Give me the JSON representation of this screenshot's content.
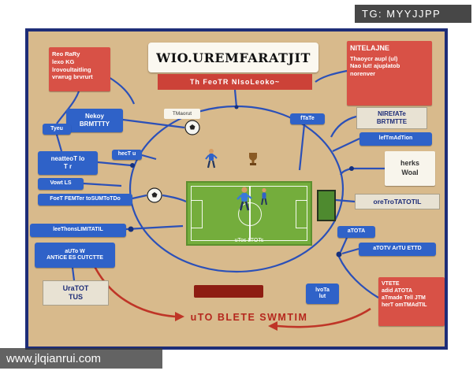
{
  "watermarks": {
    "tg": "TG: MYYJJPP",
    "site": "www.jlqianrui.com"
  },
  "title": {
    "main": "WIO.UREMFARATJIT",
    "sub": "Th FeoTR NIsoLeoko~"
  },
  "top_left_box": "Reo RaRy\nlexo KG\nlrovoultaitling\nvrwrug brvrurt",
  "top_right_box": {
    "heading": "NITELAJNE",
    "body": "Thaoycr aupl (ul)\nNao lut! ajuplatob\nnorenver"
  },
  "left": {
    "nekoy": "Nekoy\nBRMTTTY",
    "tyeu": "Tyeu",
    "neatteot": "neatteoT lo\nT r",
    "vowt": "Vowt LS",
    "foet": "FoeT FEMTer toSUMToTDo",
    "leethons": "leeThonsLIMITATIL",
    "auto": "aUTo W\nANTiCE ES CUTCTTE",
    "uratot": "UraTOT\nTUS"
  },
  "right": {
    "nirefate": "NIREfATe\nBRTMTTE",
    "leftmadtion": "lefTmAdTion",
    "herks": "herks\nWoal",
    "oretro": "oreTroTATOTIL",
    "atota": "aTOTA",
    "atotv": "aTOTV ArTU ETTD",
    "red_box": "VTETE\nadid ATOTA\naTmade Tell JTM\nherT omTMAdTIL"
  },
  "center": {
    "maorut": "TMaorut",
    "ftate": "fTaTe",
    "hectu": "hecT u",
    "lvota": "lvoTa\nlut",
    "pitch_caption": "uTos LTOTs",
    "bottom_text": "uTO BLETE SWMTIM"
  },
  "icons": {
    "soccer_ball_icon": "⚽",
    "trophy_icon": "🏆",
    "player_icon": "stick-figure"
  },
  "colors": {
    "background_tan": "#d8ba8c",
    "frame_navy": "#1e2d78",
    "label_blue": "#2f62c8",
    "box_red": "#d85146",
    "banner_red": "#cc4238",
    "pitch_green": "#74ad3c",
    "bar_dark_red": "#8e1d12",
    "line_blue": "#2b50b8",
    "line_red": "#bf3527",
    "bottom_text_red": "#b5271d"
  }
}
